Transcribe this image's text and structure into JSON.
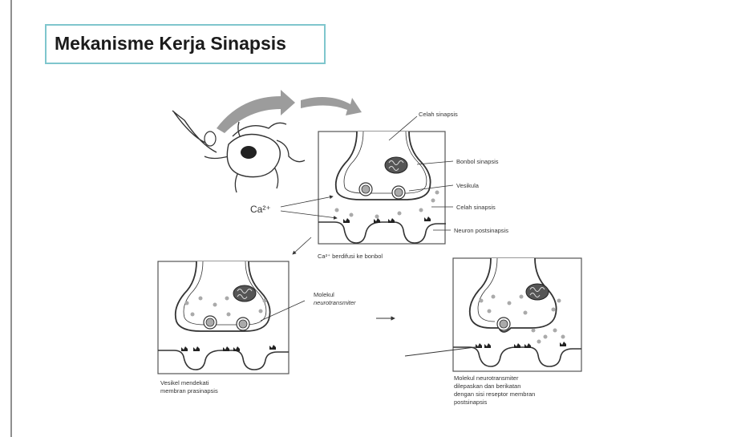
{
  "slide": {
    "title": "Mekanisme Kerja Sinapsis"
  },
  "labels": {
    "celah_sinapsis_top": "Celah sinapsis",
    "bonbol_sinapsis": "Bonbol sinapsis",
    "vesikula": "Vesikula",
    "celah_sinapsis_mid": "Celah sinapsis",
    "neuron_postsinapsis": "Neuron postsinapsis",
    "ca_ion": "Ca²⁺",
    "ca_caption": "Ca²⁺ berdifusi ke bonbol",
    "molekul_line1": "Molekul",
    "molekul_line2": "neurotransmiter",
    "vesikel_caption_1": "Vesikel mendekati",
    "vesikel_caption_2": "membran prasinapsis",
    "molekul_caption_1": "Molekul neurotransmiter",
    "molekul_caption_2": "dilepaskan dan berikatan",
    "molekul_caption_3": "dengan sisi reseptor membran",
    "molekul_caption_4": "postsinapsis"
  },
  "colors": {
    "accent_border": "#7fc6cd",
    "arrow_fill": "#9c9c9c",
    "ink": "#333333"
  }
}
